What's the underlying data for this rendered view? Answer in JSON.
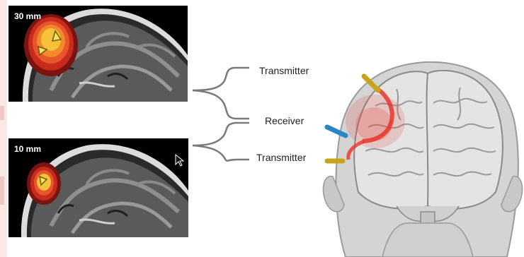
{
  "scans": [
    {
      "depth_label": "30 mm"
    },
    {
      "depth_label": "10 mm"
    }
  ],
  "labels": {
    "transmitter_top": "Transmitter",
    "receiver": "Receiver",
    "transmitter_bottom": "Transmitter"
  },
  "colors": {
    "transmitter_probe": "#c8a41a",
    "receiver_probe": "#2a86c2",
    "signal_arc": "#e8352a",
    "bracket": "#7a7a7a",
    "scan_background": "#000000"
  },
  "icons": {
    "cursor": "mouse-pointer-icon"
  }
}
